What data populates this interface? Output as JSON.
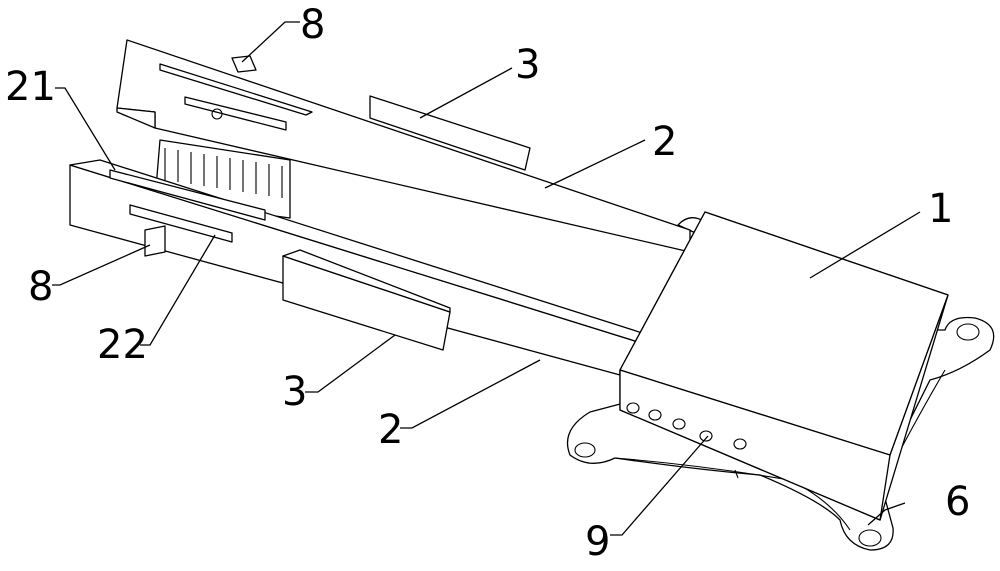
{
  "labels": [
    {
      "id": "l8-top",
      "text": "8"
    },
    {
      "id": "l3-top",
      "text": "3"
    },
    {
      "id": "l21",
      "text": "21"
    },
    {
      "id": "l2-top",
      "text": "2"
    },
    {
      "id": "l1",
      "text": "1"
    },
    {
      "id": "l8-bottom",
      "text": "8"
    },
    {
      "id": "l22",
      "text": "22"
    },
    {
      "id": "l3-bottom",
      "text": "3"
    },
    {
      "id": "l2-bottom",
      "text": "2"
    },
    {
      "id": "l6",
      "text": "6"
    },
    {
      "id": "l9",
      "text": "9"
    }
  ]
}
